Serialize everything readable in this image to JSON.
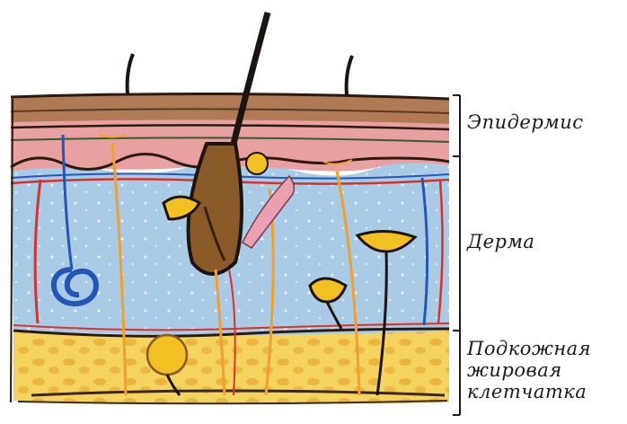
{
  "labels": {
    "epidermis": "Эпидермис",
    "dermis": "Дерма",
    "subcutaneous": [
      "Подкожная",
      "жировая",
      "клетчатка"
    ]
  },
  "colors": {
    "epidermis_top": "#8a5a3a",
    "epidermis_pink": "#e8a0a0",
    "dermis": "#a9cbe6",
    "subcutaneous": "#f4d35e",
    "vein": "#2456b8",
    "artery": "#d8322c",
    "nerve": "#f0a030",
    "hair": "#1c1410",
    "gland": "#f2c020"
  }
}
